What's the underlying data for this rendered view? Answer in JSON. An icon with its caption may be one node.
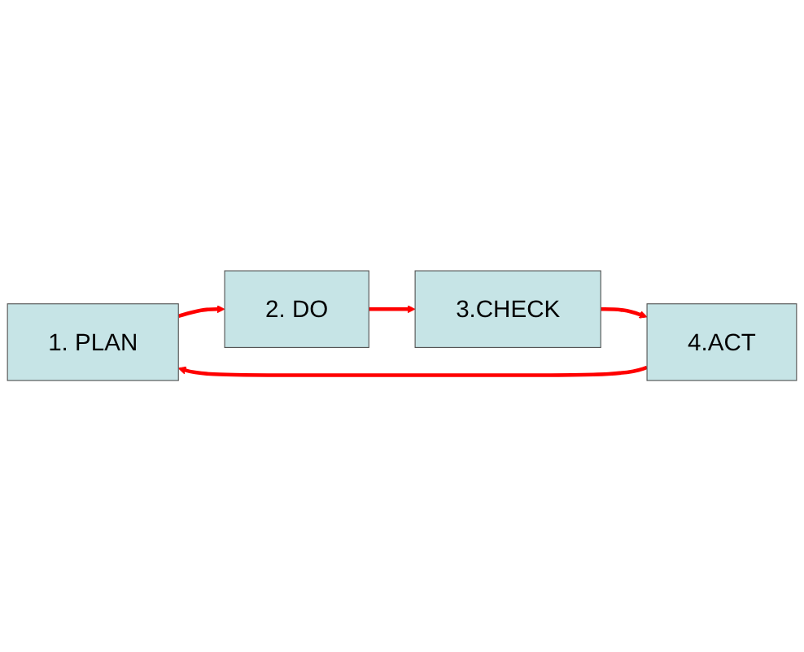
{
  "diagram": {
    "nodes": [
      {
        "text": [
          "1. PLAN"
        ]
      },
      {
        "text": [
          "2. DO"
        ]
      },
      {
        "text": [
          "3.CHECK"
        ]
      },
      {
        "text": [
          "4.ACT"
        ]
      }
    ],
    "edges": [
      {
        "from": 0,
        "to": 1,
        "arrow": "to"
      },
      {
        "from": 1,
        "to": 2,
        "arrow": "to"
      },
      {
        "from": 2,
        "to": 3,
        "arrow": "to"
      },
      {
        "from": 3,
        "to": 0,
        "arrow": "to"
      }
    ]
  }
}
